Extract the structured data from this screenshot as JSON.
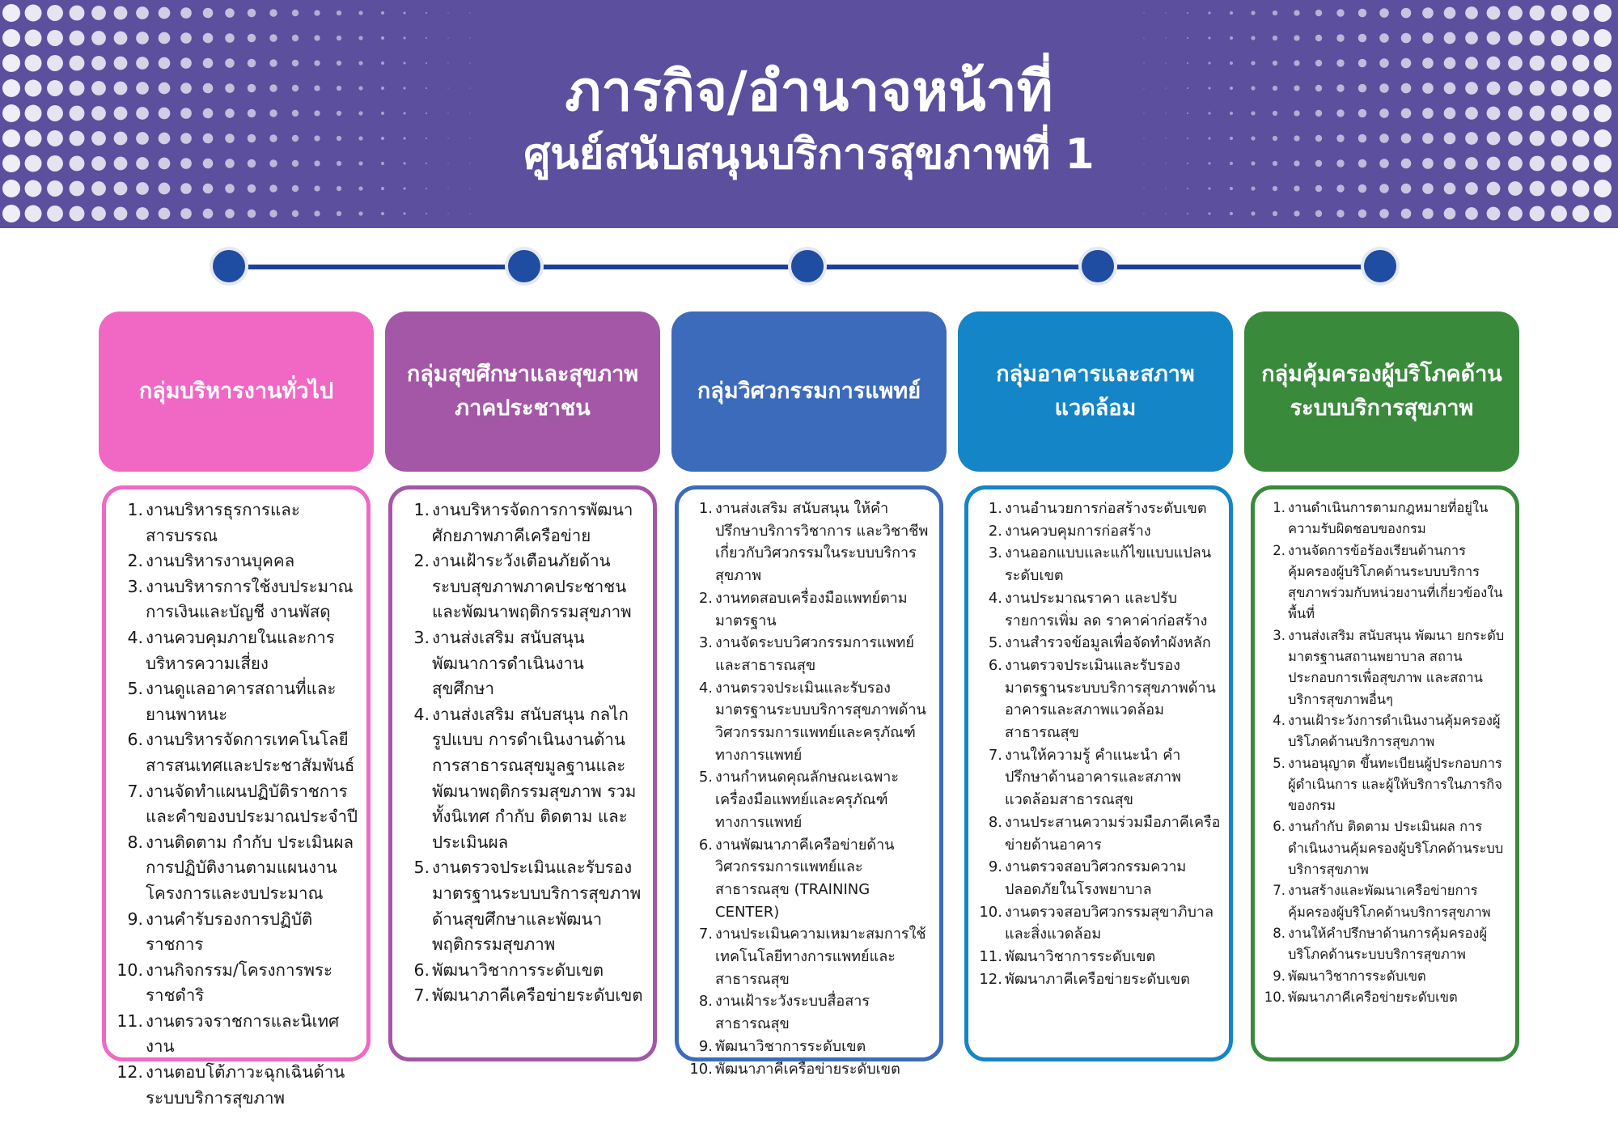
{
  "header": {
    "title": "ภารกิจ/อำนาจหน้าที่",
    "subtitle": "ศูนย์สนับสนุนบริการสุขภาพที่ 1",
    "background_color": "#5b4f9e"
  },
  "groups": [
    {
      "title": "กลุ่มบริหารงานทั่วไป",
      "color": "#f168c4",
      "items": [
        "งานบริหารธุรการและสารบรรณ",
        "งานบริหารงานบุคคล",
        "งานบริหารการใช้งบประมาณ การเงินและบัญชี งานพัสดุ",
        "งานควบคุมภายในและการบริหารความเสี่ยง",
        "งานดูแลอาคารสถานที่และยานพาหนะ",
        "งานบริหารจัดการเทคโนโลยีสารสนเทศและประชาสัมพันธ์",
        "งานจัดทำแผนปฏิบัติราชการและคำของบประมาณประจำปี",
        "งานติดตาม กำกับ ประเมินผลการปฏิบัติงานตามแผนงานโครงการและงบประมาณ",
        "งานคำรับรองการปฏิบัติราชการ",
        "งานกิจกรรม/โครงการพระราชดำริ",
        "งานตรวจราชการและนิเทศงาน",
        "งานตอบโต้ภาวะฉุกเฉินด้านระบบบริการสุขภาพ"
      ]
    },
    {
      "title": "กลุ่มสุขศึกษาและสุขภาพภาคประชาชน",
      "color": "#a457a6",
      "items": [
        "งานบริหารจัดการการพัฒนาศักยภาพภาคีเครือข่าย",
        "งานเฝ้าระวังเตือนภัยด้านระบบสุขภาพภาคประชาชนและพัฒนาพฤติกรรมสุขภาพ",
        "งานส่งเสริม สนับสนุนพัฒนาการดำเนินงานสุขศึกษา",
        "งานส่งเสริม สนับสนุน กลไก รูปแบบ การดำเนินงานด้านการสาธารณสุขมูลฐานและพัฒนาพฤติกรรมสุขภาพ รวมทั้งนิเทศ กำกับ ติดตาม และประเมินผล",
        "งานตรวจประเมินและรับรองมาตรฐานระบบบริการสุขภาพด้านสุขศึกษาและพัฒนาพฤติกรรมสุขภาพ",
        "พัฒนาวิชาการระดับเขต",
        "พัฒนาภาคีเครือข่ายระดับเขต"
      ]
    },
    {
      "title": "กลุ่มวิศวกรรมการแพทย์",
      "color": "#3c6bbb",
      "items": [
        "งานส่งเสริม สนับสนุน ให้คำปรึกษาบริการวิชาการ และวิชาชีพเกี่ยวกับวิศวกรรมในระบบบริการสุขภาพ",
        "งานทดสอบเครื่องมือแพทย์ตามมาตรฐาน",
        "งานจัดระบบวิศวกรรมการแพทย์และสาธารณสุข",
        "งานตรวจประเมินและรับรองมาตรฐานระบบบริการสุขภาพด้านวิศวกรรมการแพทย์และครุภัณฑ์ทางการแพทย์",
        "งานกำหนดคุณลักษณะเฉพาะเครื่องมือแพทย์และครุภัณฑ์ทางการแพทย์",
        "งานพัฒนาภาคีเครือข่ายด้านวิศวกรรมการแพทย์และสาธารณสุข (TRAINING CENTER)",
        "งานประเมินความเหมาะสมการใช้เทคโนโลยีทางการแพทย์และสาธารณสุข",
        "งานเฝ้าระวังระบบสื่อสารสาธารณสุข",
        "พัฒนาวิชาการระดับเขต",
        "พัฒนาภาคีเครือข่ายระดับเขต"
      ]
    },
    {
      "title": "กลุ่มอาคารและสภาพแวดล้อม",
      "color": "#1485c6",
      "items": [
        "งานอำนวยการก่อสร้างระดับเขต",
        "งานควบคุมการก่อสร้าง",
        "งานออกแบบและแก้ไขแบบแปลนระดับเขต",
        "งานประมาณราคา และปรับรายการเพิ่ม ลด ราคาค่าก่อสร้าง",
        "งานสำรวจข้อมูลเพื่อจัดทำผังหลัก",
        "งานตรวจประเมินและรับรองมาตรฐานระบบบริการสุขภาพด้านอาคารและสภาพแวดล้อมสาธารณสุข",
        "งานให้ความรู้ คำแนะนำ คำปรึกษาด้านอาคารและสภาพแวดล้อมสาธารณสุข",
        "งานประสานความร่วมมือภาคีเครือข่ายด้านอาคาร",
        "งานตรวจสอบวิศวกรรมความปลอดภัยในโรงพยาบาล",
        "งานตรวจสอบวิศวกรรมสุขาภิบาลและสิ่งแวดล้อม",
        "พัฒนาวิชาการระดับเขต",
        "พัฒนาภาคีเครือข่ายระดับเขต"
      ]
    },
    {
      "title": "กลุ่มคุ้มครองผู้บริโภคด้านระบบบริการสุขภาพ",
      "color": "#3a8a3c",
      "items": [
        "งานดำเนินการตามกฎหมายที่อยู่ในความรับผิดชอบของกรม",
        "งานจัดการข้อร้องเรียนด้านการคุ้มครองผู้บริโภคด้านระบบบริการสุขภาพร่วมกับหน่วยงานที่เกี่ยวข้องในพื้นที่",
        "งานส่งเสริม สนับสนุน พัฒนา ยกระดับมาตรฐานสถานพยาบาล สถานประกอบการเพื่อสุขภาพ และสถานบริการสุขภาพอื่นๆ",
        "งานเฝ้าระวังการดำเนินงานคุ้มครองผู้บริโภคด้านบริการสุขภาพ",
        "งานอนุญาต ขึ้นทะเบียนผู้ประกอบการ ผู้ดำเนินการ และผู้ให้บริการในภารกิจของกรม",
        "งานกำกับ ติดตาม ประเมินผล การดำเนินงานคุ้มครองผู้บริโภคด้านระบบบริการสุขภาพ",
        "งานสร้างและพัฒนาเครือข่ายการคุ้มครองผู้บริโภคด้านบริการสุขภาพ",
        "งานให้คำปรึกษาด้านการคุ้มครองผู้บริโภคด้านระบบบริการสุขภาพ",
        "พัฒนาวิชาการระดับเขต",
        "พัฒนาภาคีเครือข่ายระดับเขต"
      ]
    }
  ]
}
